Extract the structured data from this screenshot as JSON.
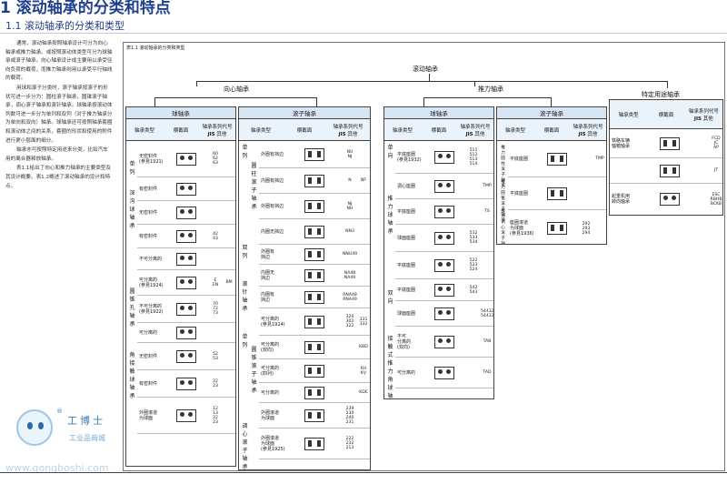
{
  "header": {
    "section_title": "1  滚动轴承的分类和特点",
    "subsection_title": "1.1  滚动轴承的分类和类型"
  },
  "intro": {
    "paragraphs": [
      "通常，滚动轴承按照轴承设计可分为向心轴承或推力轴承。或按照滚动体类型可分为球轴承或滚子轴承。向心轴承设计成主要用以承受径向负荷的载荷，而推力轴承则用以承受平行轴线的载荷。",
      "用球和滚子分类时，滚子轴承按滚子的形状可进一步分为：圆柱滚子轴承，圆锥滚子轴承，调心滚子轴承和滚针轴承。球轴承按滚动体列数可进一步分为单列和双列（对于推力轴承分为单向和双向）轴承。球轴承还可按照轴承套圈和滚动体之间的关系，套圈的形状和使用的附件进行更小层面的细分。",
      "轴承亦可按照特定用途来分类，比如汽车用的离合器释放轴承。",
      "表1.1给出了向心和推力轴承的主要类型及其设计概要。表1.2概述了滚动轴承的设计和特点。"
    ]
  },
  "figure": {
    "caption": "表1.1  滚动轴承的分类和类型",
    "root": "滚动轴承",
    "branches": [
      "向心轴承",
      "推力轴承",
      "特定用途轴承"
    ]
  },
  "tables": {
    "radial_ball": {
      "title": "球轴承",
      "cols": [
        "轴承类型",
        "横截面",
        "轴承系列代号",
        "JIS",
        "其他"
      ],
      "groups": [
        "单列",
        "深沟球轴承",
        "圆锥孔轴承",
        "角接触球轴承"
      ],
      "rows": [
        {
          "name": "无密封件\n(参見1921)",
          "jis": "60\n62\n63",
          "other": ""
        },
        {
          "name": "有密封件",
          "jis": "",
          "other": ""
        },
        {
          "name": "无密封件",
          "jis": "",
          "other": ""
        },
        {
          "name": "有密封件",
          "jis": "42\n43",
          "other": ""
        },
        {
          "name": "不可分离的",
          "jis": "",
          "other": ""
        },
        {
          "name": "可分离的\n(参見1924)",
          "jis": "E\nEN",
          "other": "BM"
        },
        {
          "name": "不可分离的\n(参見1922)",
          "jis": "70\n72\n73",
          "other": ""
        },
        {
          "name": "可分离的",
          "jis": "",
          "other": ""
        },
        {
          "name": "无密封件",
          "jis": "52\n53",
          "other": ""
        },
        {
          "name": "有密封件",
          "jis": "22\n23",
          "other": ""
        },
        {
          "name": "外圈滚道\n为球面",
          "jis": "12\n13\n22\n23",
          "other": ""
        }
      ]
    },
    "radial_roller": {
      "title": "滚子轴承",
      "cols": [
        "轴承类型",
        "横截面",
        "轴承系列代号",
        "JIS",
        "其他"
      ],
      "groups": [
        "单列",
        "圆柱滚子轴承",
        "双列",
        "滚针轴承",
        "单列",
        "圆锥滚子轴承",
        "调心滚子轴承"
      ],
      "rows": [
        {
          "name": "外圈有挡边",
          "jis": "NU\nNJ",
          "other": ""
        },
        {
          "name": "内圈有挡边",
          "jis": "N",
          "other": "NF"
        },
        {
          "name": "外圈有挡边",
          "jis": "NJ\nNH",
          "other": ""
        },
        {
          "name": "内圈无挡边",
          "jis": "NN3",
          "other": ""
        },
        {
          "name": "外圈有\n挡边",
          "jis": "NNU49",
          "other": ""
        },
        {
          "name": "内圈无\n挡边",
          "jis": "NA48\nNA49",
          "other": ""
        },
        {
          "name": "内圈有\n挡边",
          "jis": "RNA48\nRNA49",
          "other": ""
        },
        {
          "name": "可分离的\n(参見1924)",
          "jis": "320\n302\n322",
          "other": "331\n332"
        },
        {
          "name": "可分离的\n(双向)",
          "jis": "",
          "other": "KBD"
        },
        {
          "name": "可分离的\n(四列)",
          "jis": "",
          "other": "KH\nKV"
        },
        {
          "name": "可分离的",
          "jis": "",
          "other": "KDE"
        },
        {
          "name": "外圈滚道\n为球面",
          "jis": "239\n230\n240\n231",
          "other": ""
        },
        {
          "name": "外圈滚道\n为球面\n(参見1925)",
          "jis": "222\n232\n213",
          "other": ""
        }
      ]
    },
    "thrust_ball": {
      "title": "球轴承",
      "cols": [
        "轴承类型",
        "横截面",
        "轴承系列代号",
        "JIS",
        "其他"
      ],
      "groups": [
        "单向",
        "推力球轴承",
        "双向",
        "接触式推力角球轴承"
      ],
      "rows": [
        {
          "name": "平底座圈\n(参見1932)",
          "jis": "511\n512\n513\n514",
          "other": ""
        },
        {
          "name": "调心座圈",
          "jis": "",
          "other": "TMP"
        },
        {
          "name": "平底座圈",
          "jis": "",
          "other": "TS"
        },
        {
          "name": "球面座圈",
          "jis": "532\n533\n534",
          "other": ""
        },
        {
          "name": "平底座圈",
          "jis": "522\n523\n524",
          "other": ""
        },
        {
          "name": "平底座圈",
          "jis": "542\n543",
          "other": ""
        },
        {
          "name": "球面座圈",
          "jis": "",
          "other": "54432\n54433"
        },
        {
          "name": "不可\n分离的\n(双向)",
          "jis": "",
          "other": "TAB"
        },
        {
          "name": "可分离的",
          "jis": "",
          "other": "TAD"
        }
      ]
    },
    "thrust_roller": {
      "title": "滚子轴承",
      "cols": [
        "轴承类型",
        "横截面",
        "轴承系列代号",
        "JIS",
        "其他"
      ],
      "groups": [
        "推力圆柱滚子轴承",
        "推力圆锥滚子轴承",
        "推力调心滚子轴承"
      ],
      "rows": [
        {
          "name": "平底座圈",
          "jis": "",
          "other": "TMP"
        },
        {
          "name": "平底座圈",
          "jis": "",
          "other": ""
        },
        {
          "name": "座圈滚道\n为球面\n(参見1936)",
          "jis": "292\n293\n294",
          "other": ""
        }
      ]
    },
    "special": {
      "cols": [
        "轴承类型",
        "横截面",
        "轴承系列代号",
        "JIS",
        "其他"
      ],
      "rows": [
        {
          "name": "铁路车辆\n轴箱轴承",
          "jis": "",
          "other": "FCD\nJC\nAP"
        },
        {
          "name": "",
          "jis": "",
          "other": "JT"
        },
        {
          "name": "起重机用\n转向轴承",
          "jis": "",
          "other": "ESC\nRBHB\nBCKB"
        }
      ]
    }
  },
  "watermark": {
    "brand": "工博士",
    "reg": "®",
    "sub": "工业品商城",
    "url": "www.gongboshi.com"
  },
  "colors": {
    "title": "#1f3f8f",
    "table_header": "#d6e6f5",
    "watermark": "#3a7fb8"
  }
}
